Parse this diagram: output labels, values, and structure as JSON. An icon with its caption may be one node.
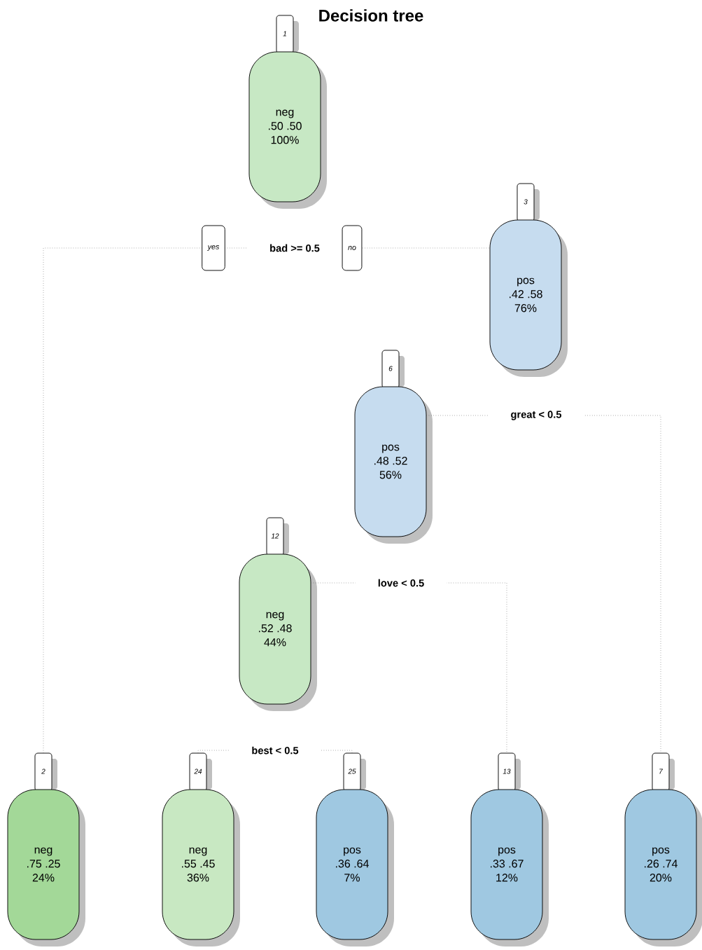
{
  "diagram": {
    "title": "Decision tree",
    "nodes": [
      {
        "text": [
          "1",
          "neg",
          ".50 .50",
          "100%"
        ]
      },
      {
        "text": [
          "3",
          "pos",
          ".42 .58",
          "76%"
        ]
      },
      {
        "text": [
          "6",
          "pos",
          ".48 .52",
          "56%"
        ]
      },
      {
        "text": [
          "12",
          "neg",
          ".52 .48",
          "44%"
        ]
      },
      {
        "text": [
          "2",
          "neg",
          ".75 .25",
          "24%"
        ]
      },
      {
        "text": [
          "24",
          "neg",
          ".55 .45",
          "36%"
        ]
      },
      {
        "text": [
          "25",
          "pos",
          ".36 .64",
          "7%"
        ]
      },
      {
        "text": [
          "13",
          "pos",
          ".33 .67",
          "12%"
        ]
      },
      {
        "text": [
          "7",
          "pos",
          ".26 .74",
          "20%"
        ]
      }
    ],
    "edges": [
      {
        "from": 4,
        "to": 1,
        "arrow": "none",
        "style": "dashed",
        "label": "bad >= 0.5"
      },
      {
        "from": 2,
        "to": 8,
        "arrow": "none",
        "style": "dashed",
        "label": "great < 0.5"
      },
      {
        "from": 3,
        "to": 7,
        "arrow": "none",
        "style": "dashed",
        "label": "love < 0.5"
      },
      {
        "from": 5,
        "to": 6,
        "arrow": "none",
        "style": "dashed",
        "label": "best < 0.5"
      }
    ],
    "labels": [
      "yes",
      "no"
    ]
  }
}
